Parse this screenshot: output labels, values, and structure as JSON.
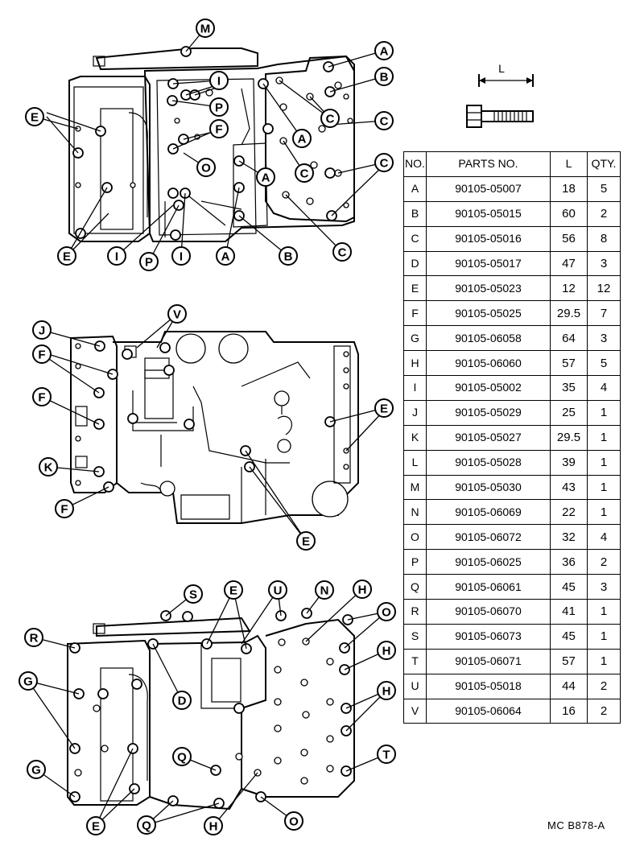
{
  "bolt_dimension_label": "L",
  "table": {
    "headers": {
      "no": "NO.",
      "parts_no": "PARTS NO.",
      "l": "L",
      "qty": "QTY."
    },
    "rows": [
      {
        "no": "A",
        "parts_no": "90105-05007",
        "l": "18",
        "qty": "5"
      },
      {
        "no": "B",
        "parts_no": "90105-05015",
        "l": "60",
        "qty": "2"
      },
      {
        "no": "C",
        "parts_no": "90105-05016",
        "l": "56",
        "qty": "8"
      },
      {
        "no": "D",
        "parts_no": "90105-05017",
        "l": "47",
        "qty": "3"
      },
      {
        "no": "E",
        "parts_no": "90105-05023",
        "l": "12",
        "qty": "12"
      },
      {
        "no": "F",
        "parts_no": "90105-05025",
        "l": "29.5",
        "qty": "7"
      },
      {
        "no": "G",
        "parts_no": "90105-06058",
        "l": "64",
        "qty": "3"
      },
      {
        "no": "H",
        "parts_no": "90105-06060",
        "l": "57",
        "qty": "5"
      },
      {
        "no": "I",
        "parts_no": "90105-05002",
        "l": "35",
        "qty": "4"
      },
      {
        "no": "J",
        "parts_no": "90105-05029",
        "l": "25",
        "qty": "1"
      },
      {
        "no": "K",
        "parts_no": "90105-05027",
        "l": "29.5",
        "qty": "1"
      },
      {
        "no": "L",
        "parts_no": "90105-05028",
        "l": "39",
        "qty": "1"
      },
      {
        "no": "M",
        "parts_no": "90105-05030",
        "l": "43",
        "qty": "1"
      },
      {
        "no": "N",
        "parts_no": "90105-06069",
        "l": "22",
        "qty": "1"
      },
      {
        "no": "O",
        "parts_no": "90105-06072",
        "l": "32",
        "qty": "4"
      },
      {
        "no": "P",
        "parts_no": "90105-06025",
        "l": "36",
        "qty": "2"
      },
      {
        "no": "Q",
        "parts_no": "90105-06061",
        "l": "45",
        "qty": "3"
      },
      {
        "no": "R",
        "parts_no": "90105-06070",
        "l": "41",
        "qty": "1"
      },
      {
        "no": "S",
        "parts_no": "90105-06073",
        "l": "45",
        "qty": "1"
      },
      {
        "no": "T",
        "parts_no": "90105-06071",
        "l": "57",
        "qty": "1"
      },
      {
        "no": "U",
        "parts_no": "90105-05018",
        "l": "44",
        "qty": "2"
      },
      {
        "no": "V",
        "parts_no": "90105-06064",
        "l": "16",
        "qty": "2"
      }
    ]
  },
  "callouts": {
    "top": [
      "M",
      "A",
      "B",
      "I",
      "E",
      "P",
      "C",
      "F",
      "C",
      "A",
      "O",
      "C",
      "A",
      "C",
      "E",
      "I",
      "P",
      "I",
      "A",
      "B",
      "C"
    ],
    "middle": [
      "V",
      "J",
      "F",
      "F",
      "E",
      "K",
      "F",
      "E"
    ],
    "bottom": [
      "S",
      "E",
      "U",
      "N",
      "H",
      "O",
      "R",
      "H",
      "G",
      "D",
      "H",
      "G",
      "Q",
      "T",
      "E",
      "Q",
      "H",
      "O"
    ]
  },
  "reference_code": "MC  B878-A"
}
